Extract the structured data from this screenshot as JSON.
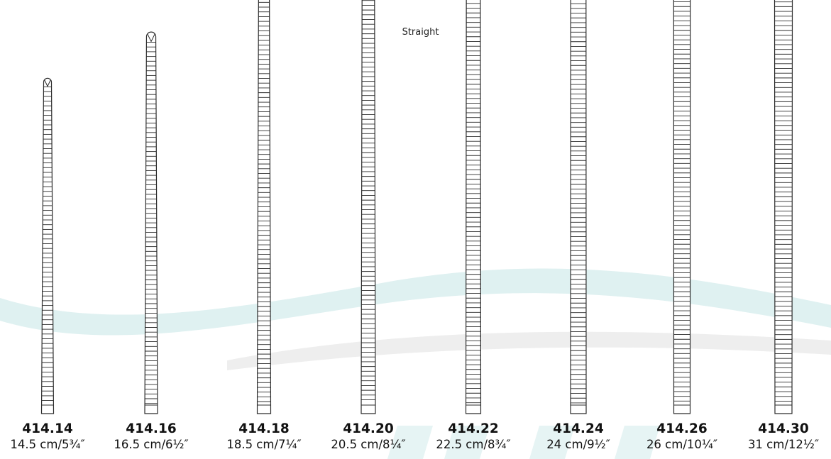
{
  "title": "Straight",
  "colors": {
    "line": "#2b2b2b",
    "watermark_teal": "#dff1f1",
    "watermark_grey": "#eeeeee"
  },
  "instruments": [
    {
      "model": "414.14",
      "size": "14.5 cm/5¾″",
      "length_cm": 14.5
    },
    {
      "model": "414.16",
      "size": "16.5 cm/6½″",
      "length_cm": 16.5
    },
    {
      "model": "414.18",
      "size": "18.5 cm/7¼″",
      "length_cm": 18.5
    },
    {
      "model": "414.20",
      "size": "20.5 cm/8¼″",
      "length_cm": 20.5
    },
    {
      "model": "414.22",
      "size": "22.5 cm/8¾″",
      "length_cm": 22.5
    },
    {
      "model": "414.24",
      "size": "24 cm/9½″",
      "length_cm": 24
    },
    {
      "model": "414.26",
      "size": "26 cm/10¼″",
      "length_cm": 26
    },
    {
      "model": "414.30",
      "size": "31 cm/12½″",
      "length_cm": 31
    }
  ]
}
